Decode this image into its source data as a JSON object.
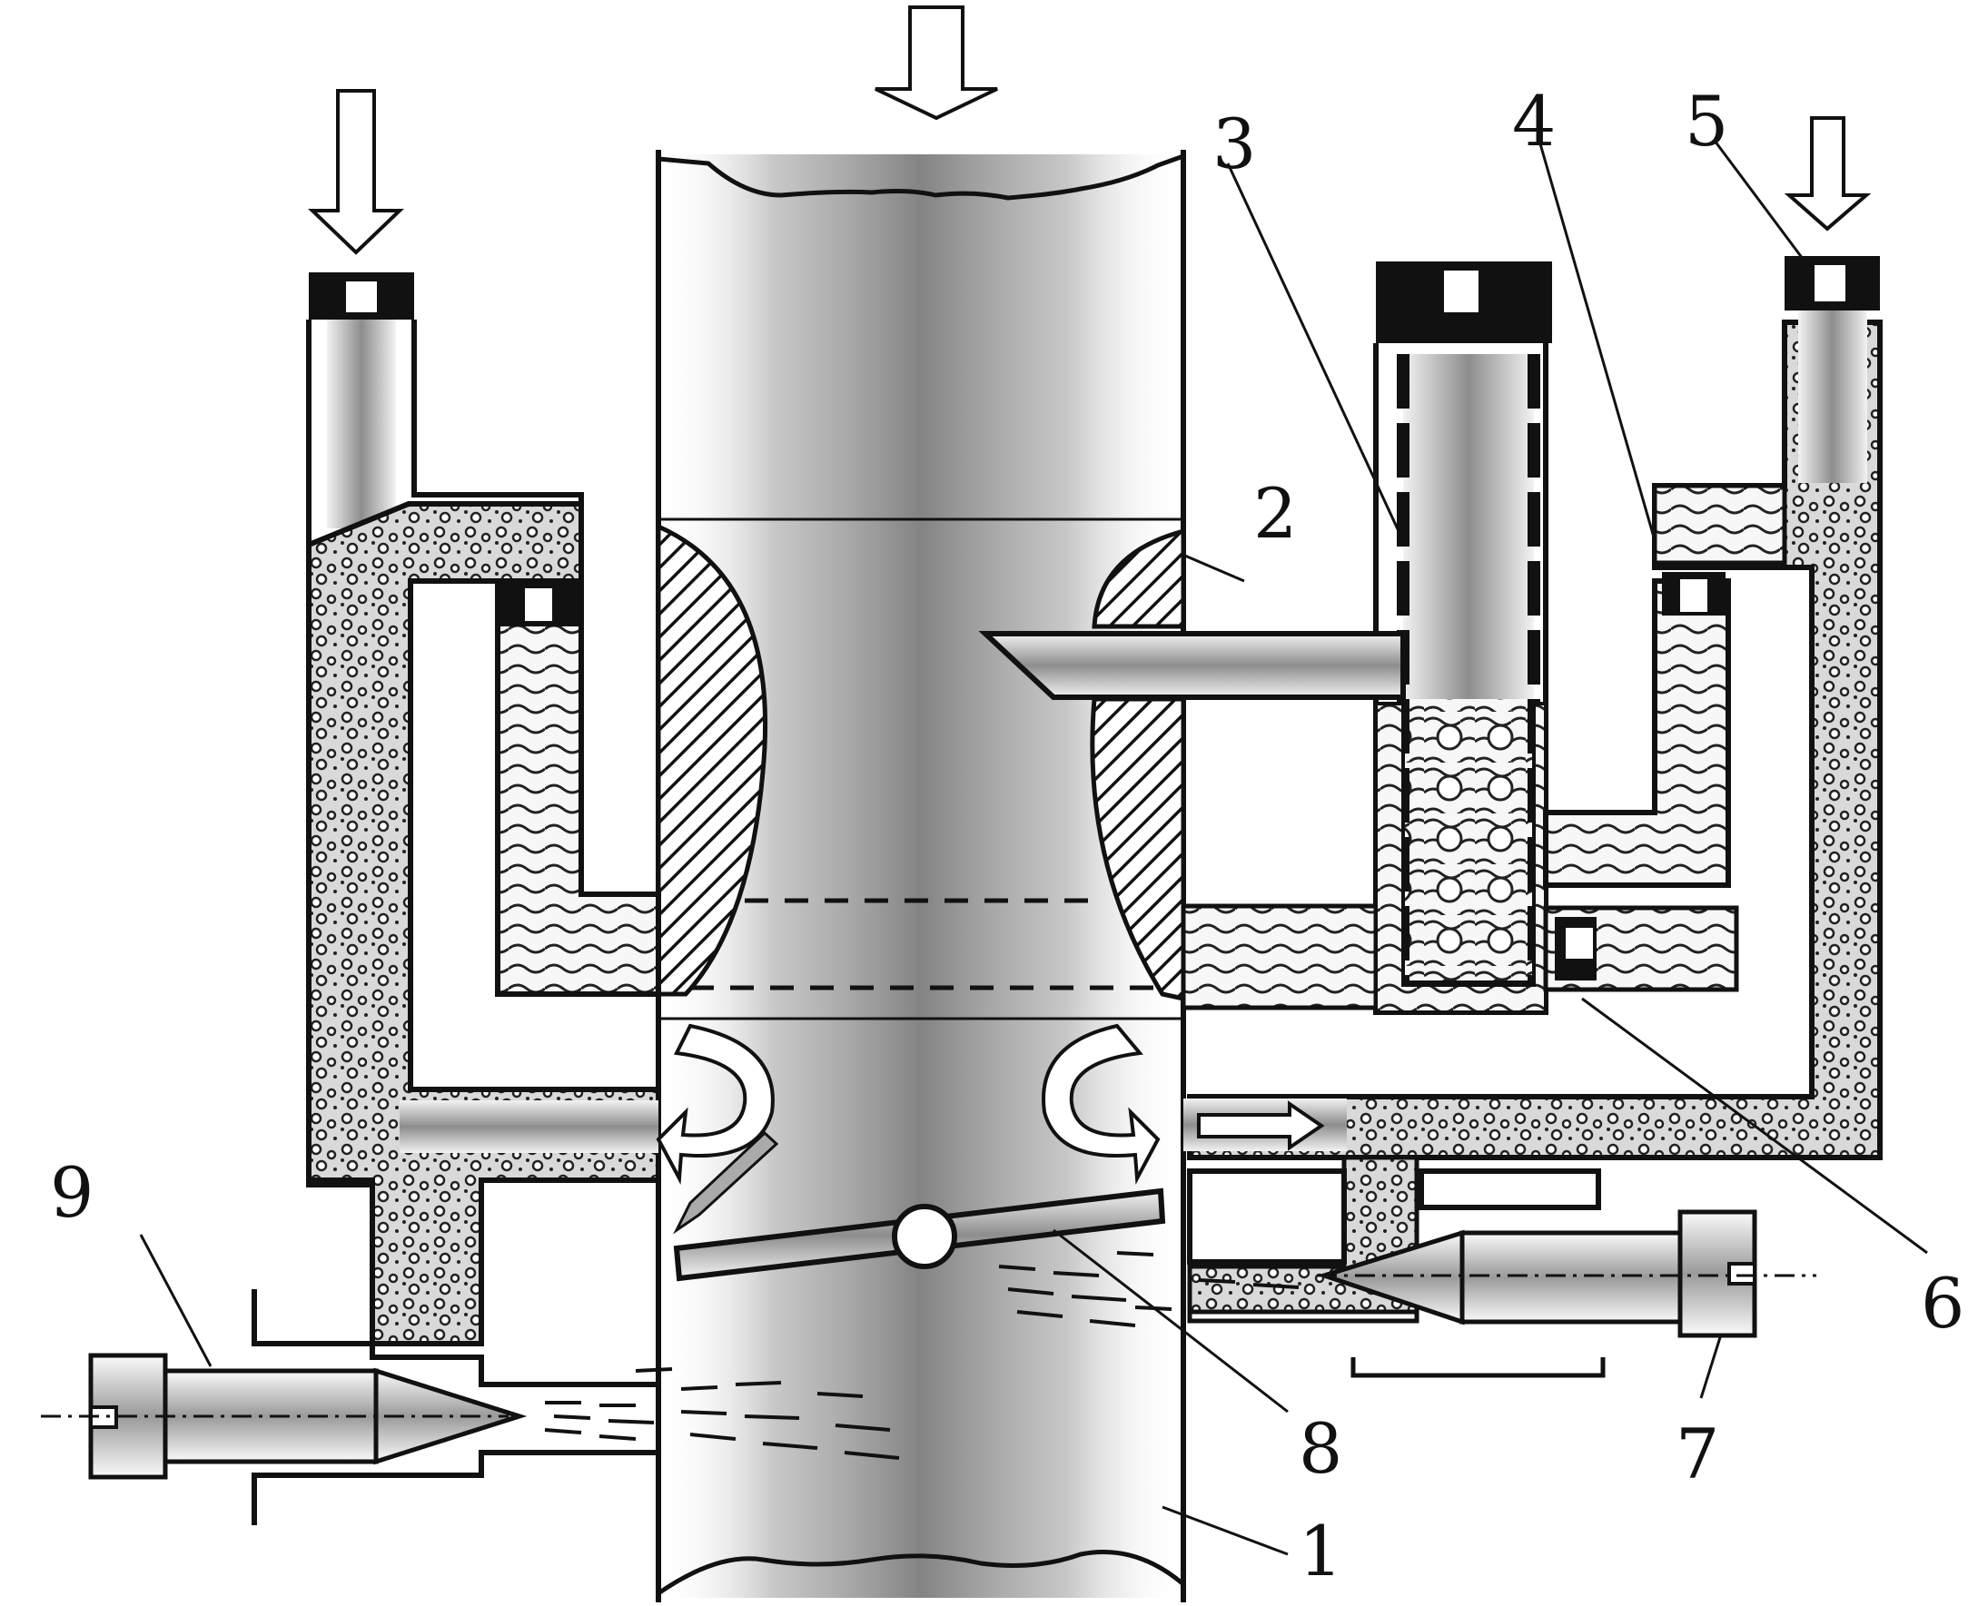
{
  "figure": {
    "labels": {
      "l1": "1",
      "l2": "2",
      "l3": "3",
      "l4": "4",
      "l5": "5",
      "l6": "6",
      "l7": "7",
      "l8": "8",
      "l9": "9"
    },
    "colors": {
      "ink": "#111111",
      "paper": "#ffffff",
      "shade": "#8a8a8a",
      "hollow_arrow": "#ffffff"
    }
  }
}
